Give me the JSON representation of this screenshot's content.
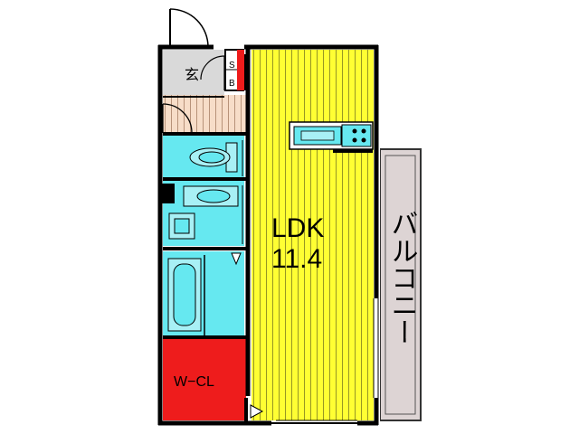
{
  "rooms": {
    "ldk": {
      "name": "LDK",
      "size": "11.4"
    },
    "entrance": {
      "name": "玄"
    },
    "shoe_box": {
      "top": "S",
      "bottom": "B"
    },
    "walk_in_closet": {
      "name": "W−CL"
    },
    "balcony": {
      "name": "バルコニー"
    }
  },
  "colors": {
    "ldk": "#ffff33",
    "wet_area": "#66e8f0",
    "closet": "#ee1c1c",
    "entrance": "#d9d9d9",
    "hall": "#f7ddc8",
    "balcony": "#ddd4d4",
    "wall": "#000000"
  }
}
